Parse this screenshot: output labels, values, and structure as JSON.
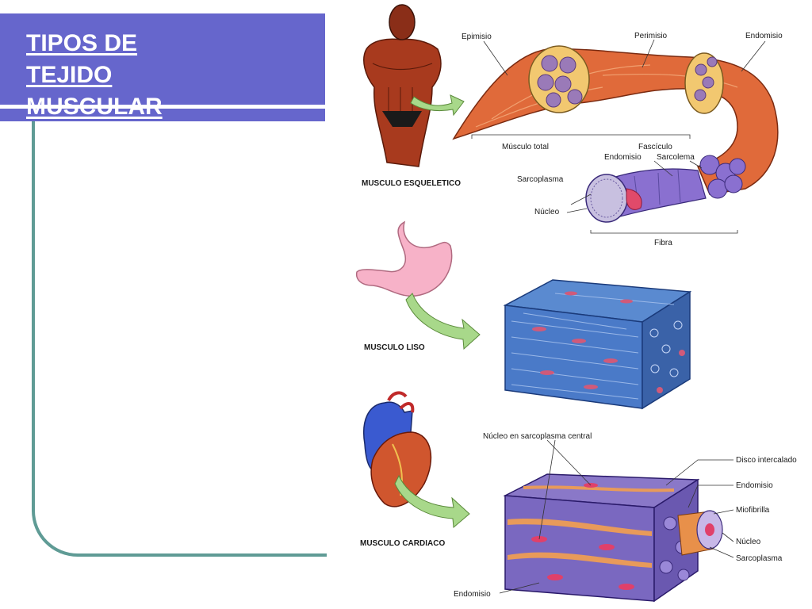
{
  "slide": {
    "title_lines": [
      "TIPOS DE",
      "TEJIDO",
      "MUSCULAR"
    ],
    "colors": {
      "title_bar": "#6666cc",
      "frame_line": "#5f9b95"
    }
  },
  "diagram": {
    "skeletal": {
      "caption": "MUSCULO ESQUELETICO",
      "labels": {
        "epimisio": "Epimisio",
        "perimisio": "Perimisio",
        "endomisio_top": "Endomisio",
        "musculo_total": "Músculo total",
        "fasciculo": "Fascículo",
        "endomisio_mid": "Endomisio",
        "sarcolema": "Sarcolema",
        "sarcoplasma": "Sarcoplasma",
        "nucleo": "Núcleo",
        "fibra": "Fibra"
      }
    },
    "smooth": {
      "caption": "MUSCULO LISO"
    },
    "cardiac": {
      "caption": "MUSCULO CARDIACO",
      "labels": {
        "nucleo_central": "Núcleo en sarcoplasma central",
        "disco": "Disco intercalado",
        "endomisio_right": "Endomisio",
        "miofibrilla": "Miofibrilla",
        "nucleo": "Núcleo",
        "sarcoplasma": "Sarcoplasma",
        "endomisio_bottom": "Endomisio"
      }
    }
  }
}
